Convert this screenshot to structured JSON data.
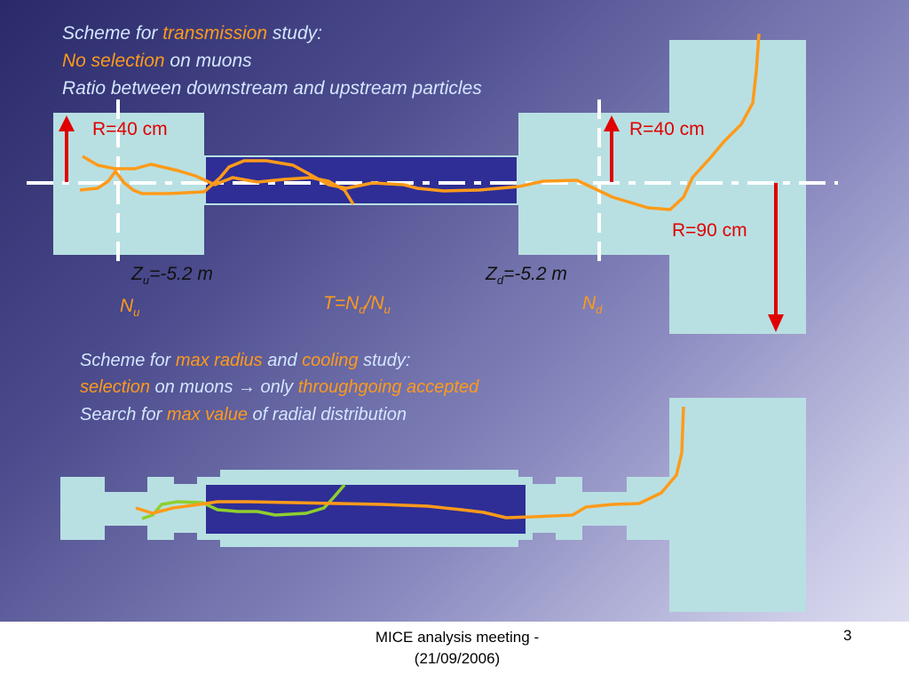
{
  "top_scheme": {
    "line1": {
      "pre": "Scheme for ",
      "hl": "transmission",
      "post": " study:"
    },
    "line2": {
      "hl": "No selection",
      "post": " on muons"
    },
    "line3": "Ratio between downstream and upstream particles"
  },
  "labels": {
    "r40_left": "R=40 cm",
    "r40_right": "R=40 cm",
    "r90": "R=90 cm",
    "zu_main": "Z",
    "zu_sub": "u",
    "zu_value": "=-5.2 m",
    "zd_main": "Z",
    "zd_sub": "d",
    "zd_value": "=-5.2 m",
    "nu_main": "N",
    "nu_sub": "u",
    "nd_main": "N",
    "nd_sub": "d",
    "t_pre": "T=N",
    "t_sub1": "d",
    "t_mid": "/N",
    "t_sub2": "u"
  },
  "bottom_scheme": {
    "line1": {
      "pre": "Scheme for ",
      "hl1": "max radius",
      "mid": " and ",
      "hl2": "cooling",
      "post": " study:"
    },
    "line2": {
      "hl1": "selection",
      "mid": " on muons ",
      "arrow": "→",
      "mid2": " only ",
      "hl2": "throughgoing accepted"
    },
    "line3": {
      "pre": "Search for ",
      "hl": "max value",
      "post": " of radial distribution"
    }
  },
  "colors": {
    "detector": "#b8e0e2",
    "channel": "#2e2e96",
    "track": "#ff9a1a",
    "track_green": "#8fcf2e",
    "arrow": "#e00000",
    "axis": "#ffffff"
  },
  "footer": {
    "text_line1": "MICE analysis meeting -",
    "text_line2": "(21/09/2006)",
    "page": "3"
  }
}
